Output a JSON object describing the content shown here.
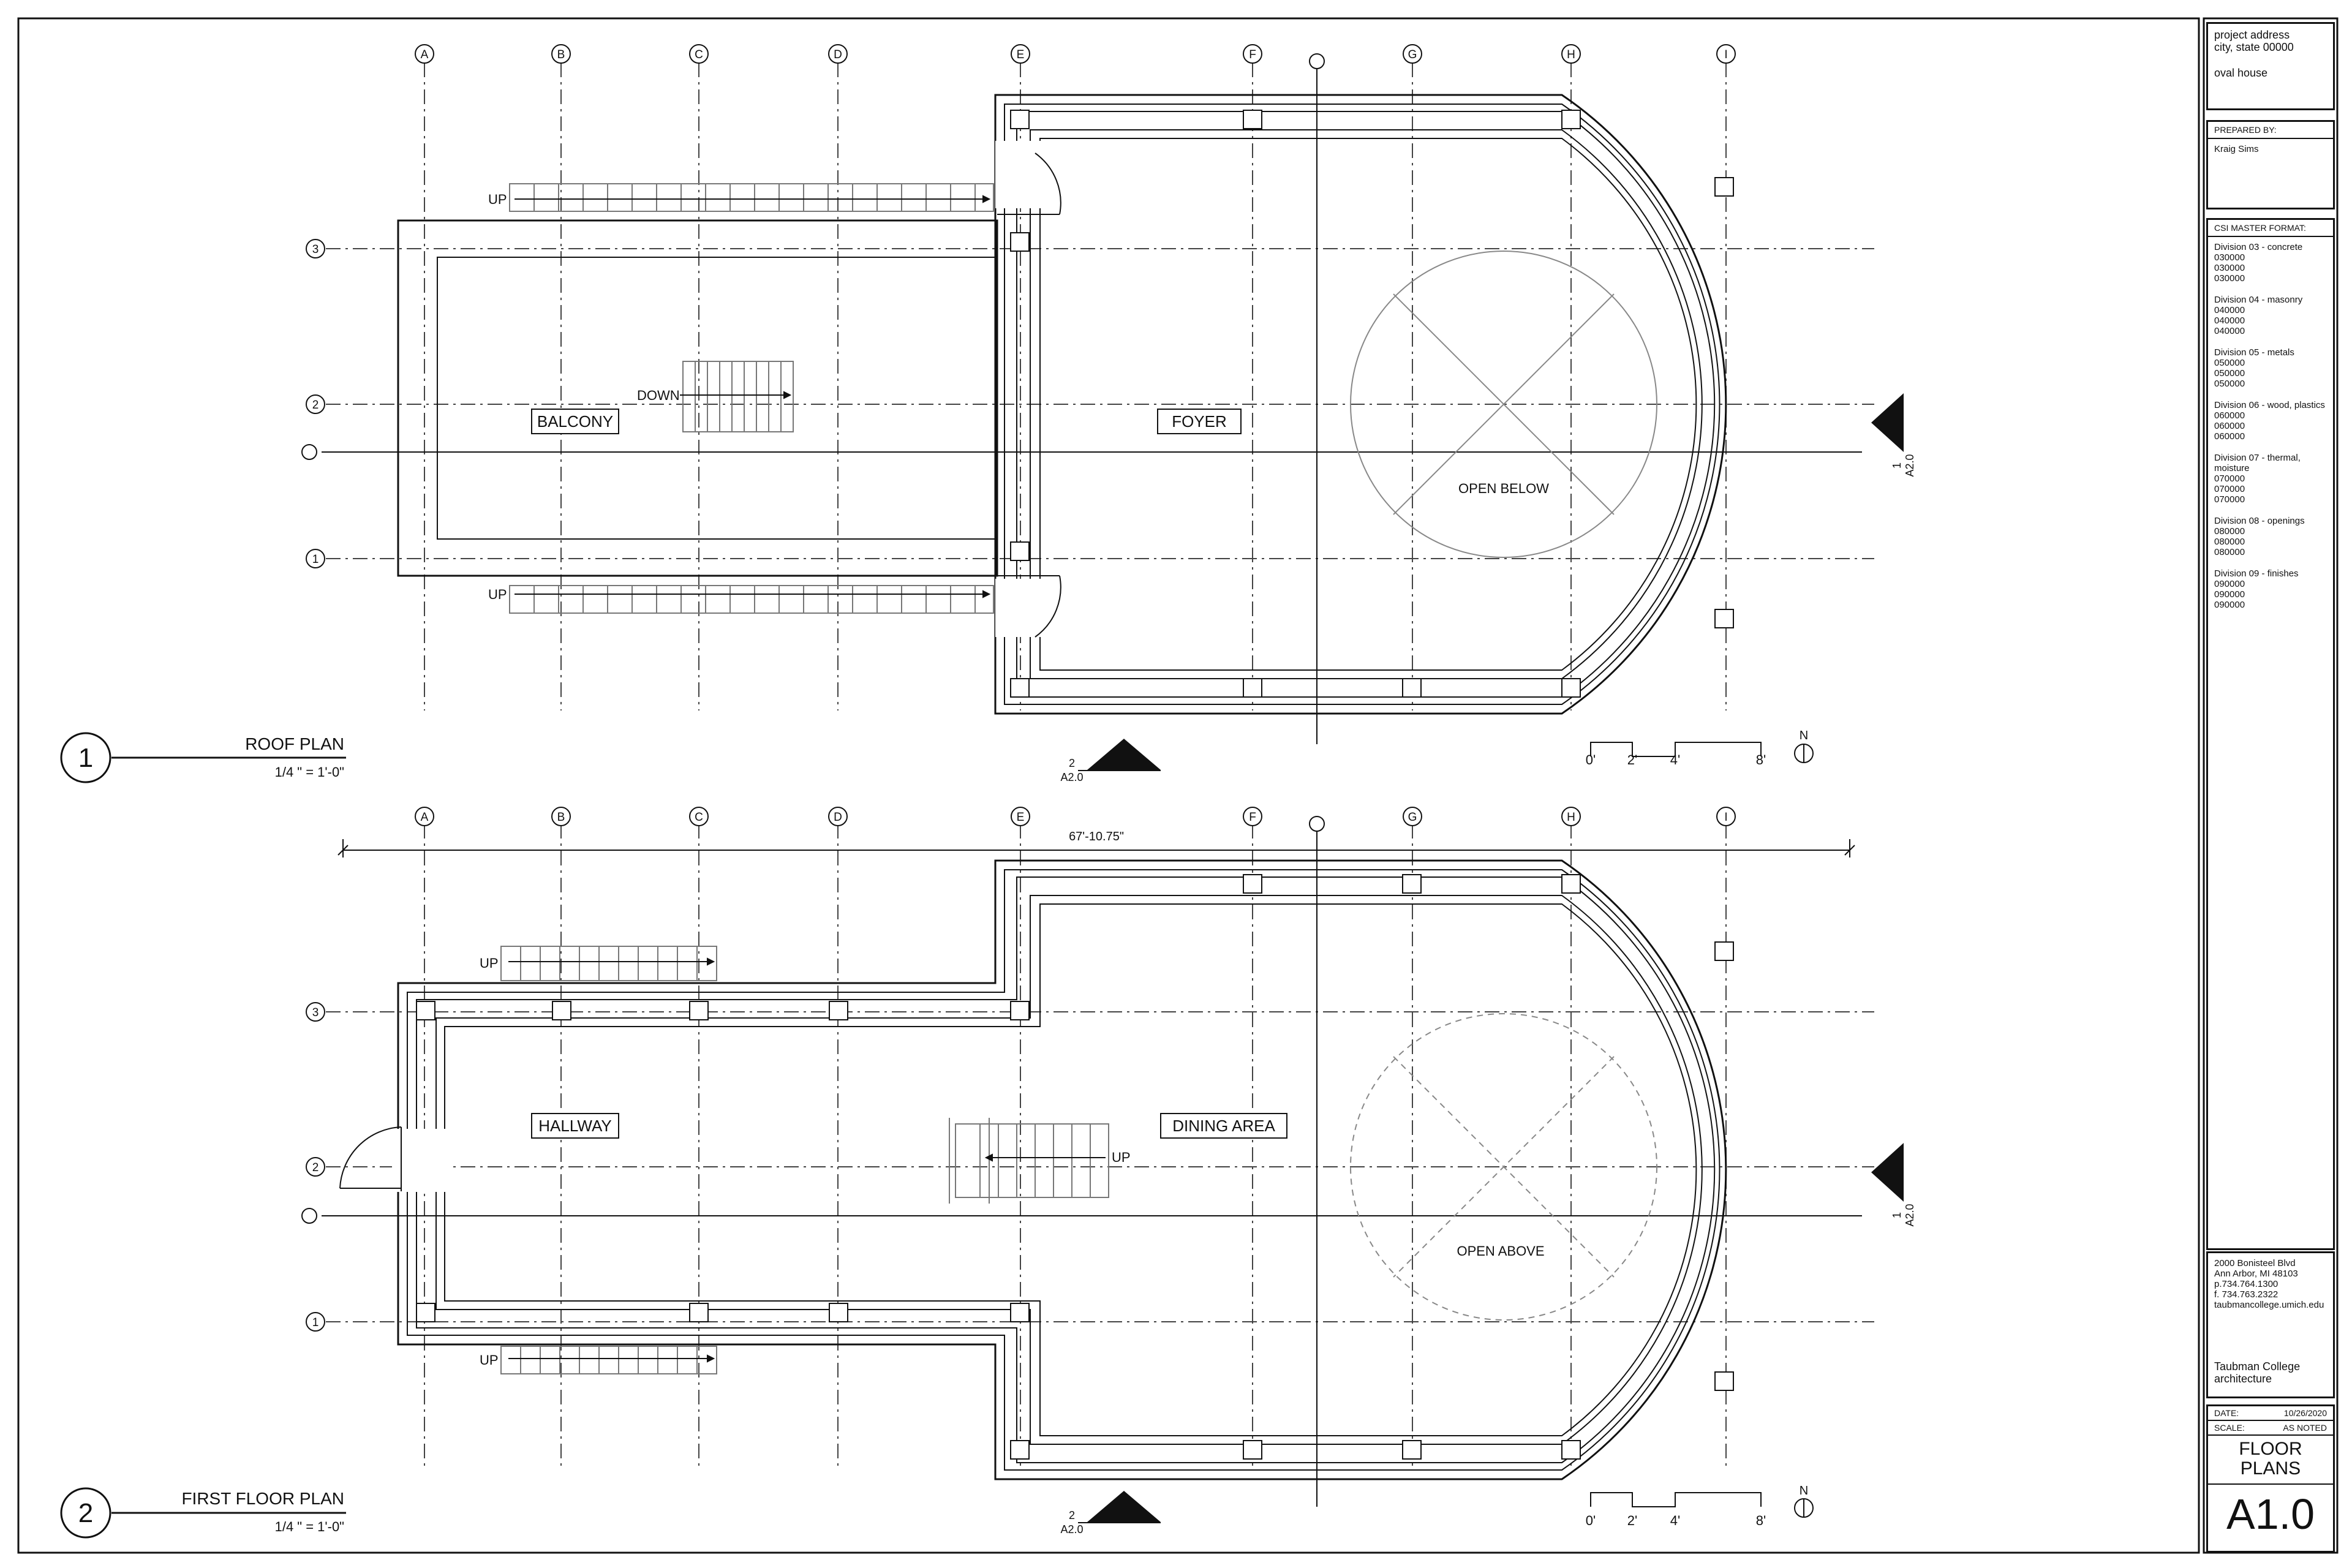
{
  "project": {
    "address_line1": "project address",
    "address_line2": "city, state 00000",
    "name": "oval house"
  },
  "prepared_by": {
    "label": "PREPARED BY:",
    "name": "Kraig Sims"
  },
  "csi": {
    "label": "CSI MASTER FORMAT:",
    "divisions": [
      {
        "title": "Division 03 - concrete",
        "codes": [
          "030000",
          "030000",
          "030000"
        ]
      },
      {
        "title": "Division 04 - masonry",
        "codes": [
          "040000",
          "040000",
          "040000"
        ]
      },
      {
        "title": "Division 05 - metals",
        "codes": [
          "050000",
          "050000",
          "050000"
        ]
      },
      {
        "title": "Division 06 - wood, plastics",
        "codes": [
          "060000",
          "060000",
          "060000"
        ]
      },
      {
        "title": "Division 07 - thermal, moisture",
        "codes": [
          "070000",
          "070000",
          "070000"
        ]
      },
      {
        "title": "Division 08 - openings",
        "codes": [
          "080000",
          "080000",
          "080000"
        ]
      },
      {
        "title": "Division 09 - finishes",
        "codes": [
          "090000",
          "090000",
          "090000"
        ]
      }
    ]
  },
  "school": {
    "address": [
      "2000 Bonisteel Blvd",
      "Ann Arbor, MI 48103",
      "p.734.764.1300",
      "f. 734.763.2322",
      "taubmancollege.umich.edu"
    ],
    "name_line1": "Taubman College",
    "name_line2": "architecture"
  },
  "sheet": {
    "date_label": "DATE:",
    "date": "10/26/2020",
    "scale_label": "SCALE:",
    "scale": "AS NOTED",
    "title_line1": "FLOOR",
    "title_line2": "PLANS",
    "number": "A1.0"
  },
  "grid": {
    "columns": [
      "A",
      "B",
      "C",
      "D",
      "E",
      "F",
      "G",
      "H",
      "I"
    ],
    "rows": [
      "3",
      "2",
      "1"
    ]
  },
  "roof_plan": {
    "number": "1",
    "title": "ROOF PLAN",
    "scale": "1/4 \" = 1'-0\"",
    "rooms": [
      "BALCONY",
      "FOYER"
    ],
    "open_note": "OPEN BELOW",
    "stair_labels": {
      "top": "UP",
      "middle": "DOWN",
      "bottom": "UP"
    }
  },
  "first_floor_plan": {
    "number": "2",
    "title": "FIRST FLOOR PLAN",
    "scale": "1/4 \" = 1'-0\"",
    "rooms": [
      "HALLWAY",
      "DINING AREA"
    ],
    "open_note": "OPEN ABOVE",
    "overall_dimension": "67'-10.75\"",
    "stair_labels": {
      "top": "UP",
      "middle": "UP",
      "bottom": "UP"
    }
  },
  "section_marks": {
    "east": {
      "number": "1",
      "sheet": "A2.0"
    },
    "south": {
      "number": "2",
      "sheet": "A2.0"
    }
  },
  "scale_bar": {
    "ticks": [
      "0'",
      "2'",
      "4'",
      "8'"
    ]
  },
  "north_label": "N"
}
